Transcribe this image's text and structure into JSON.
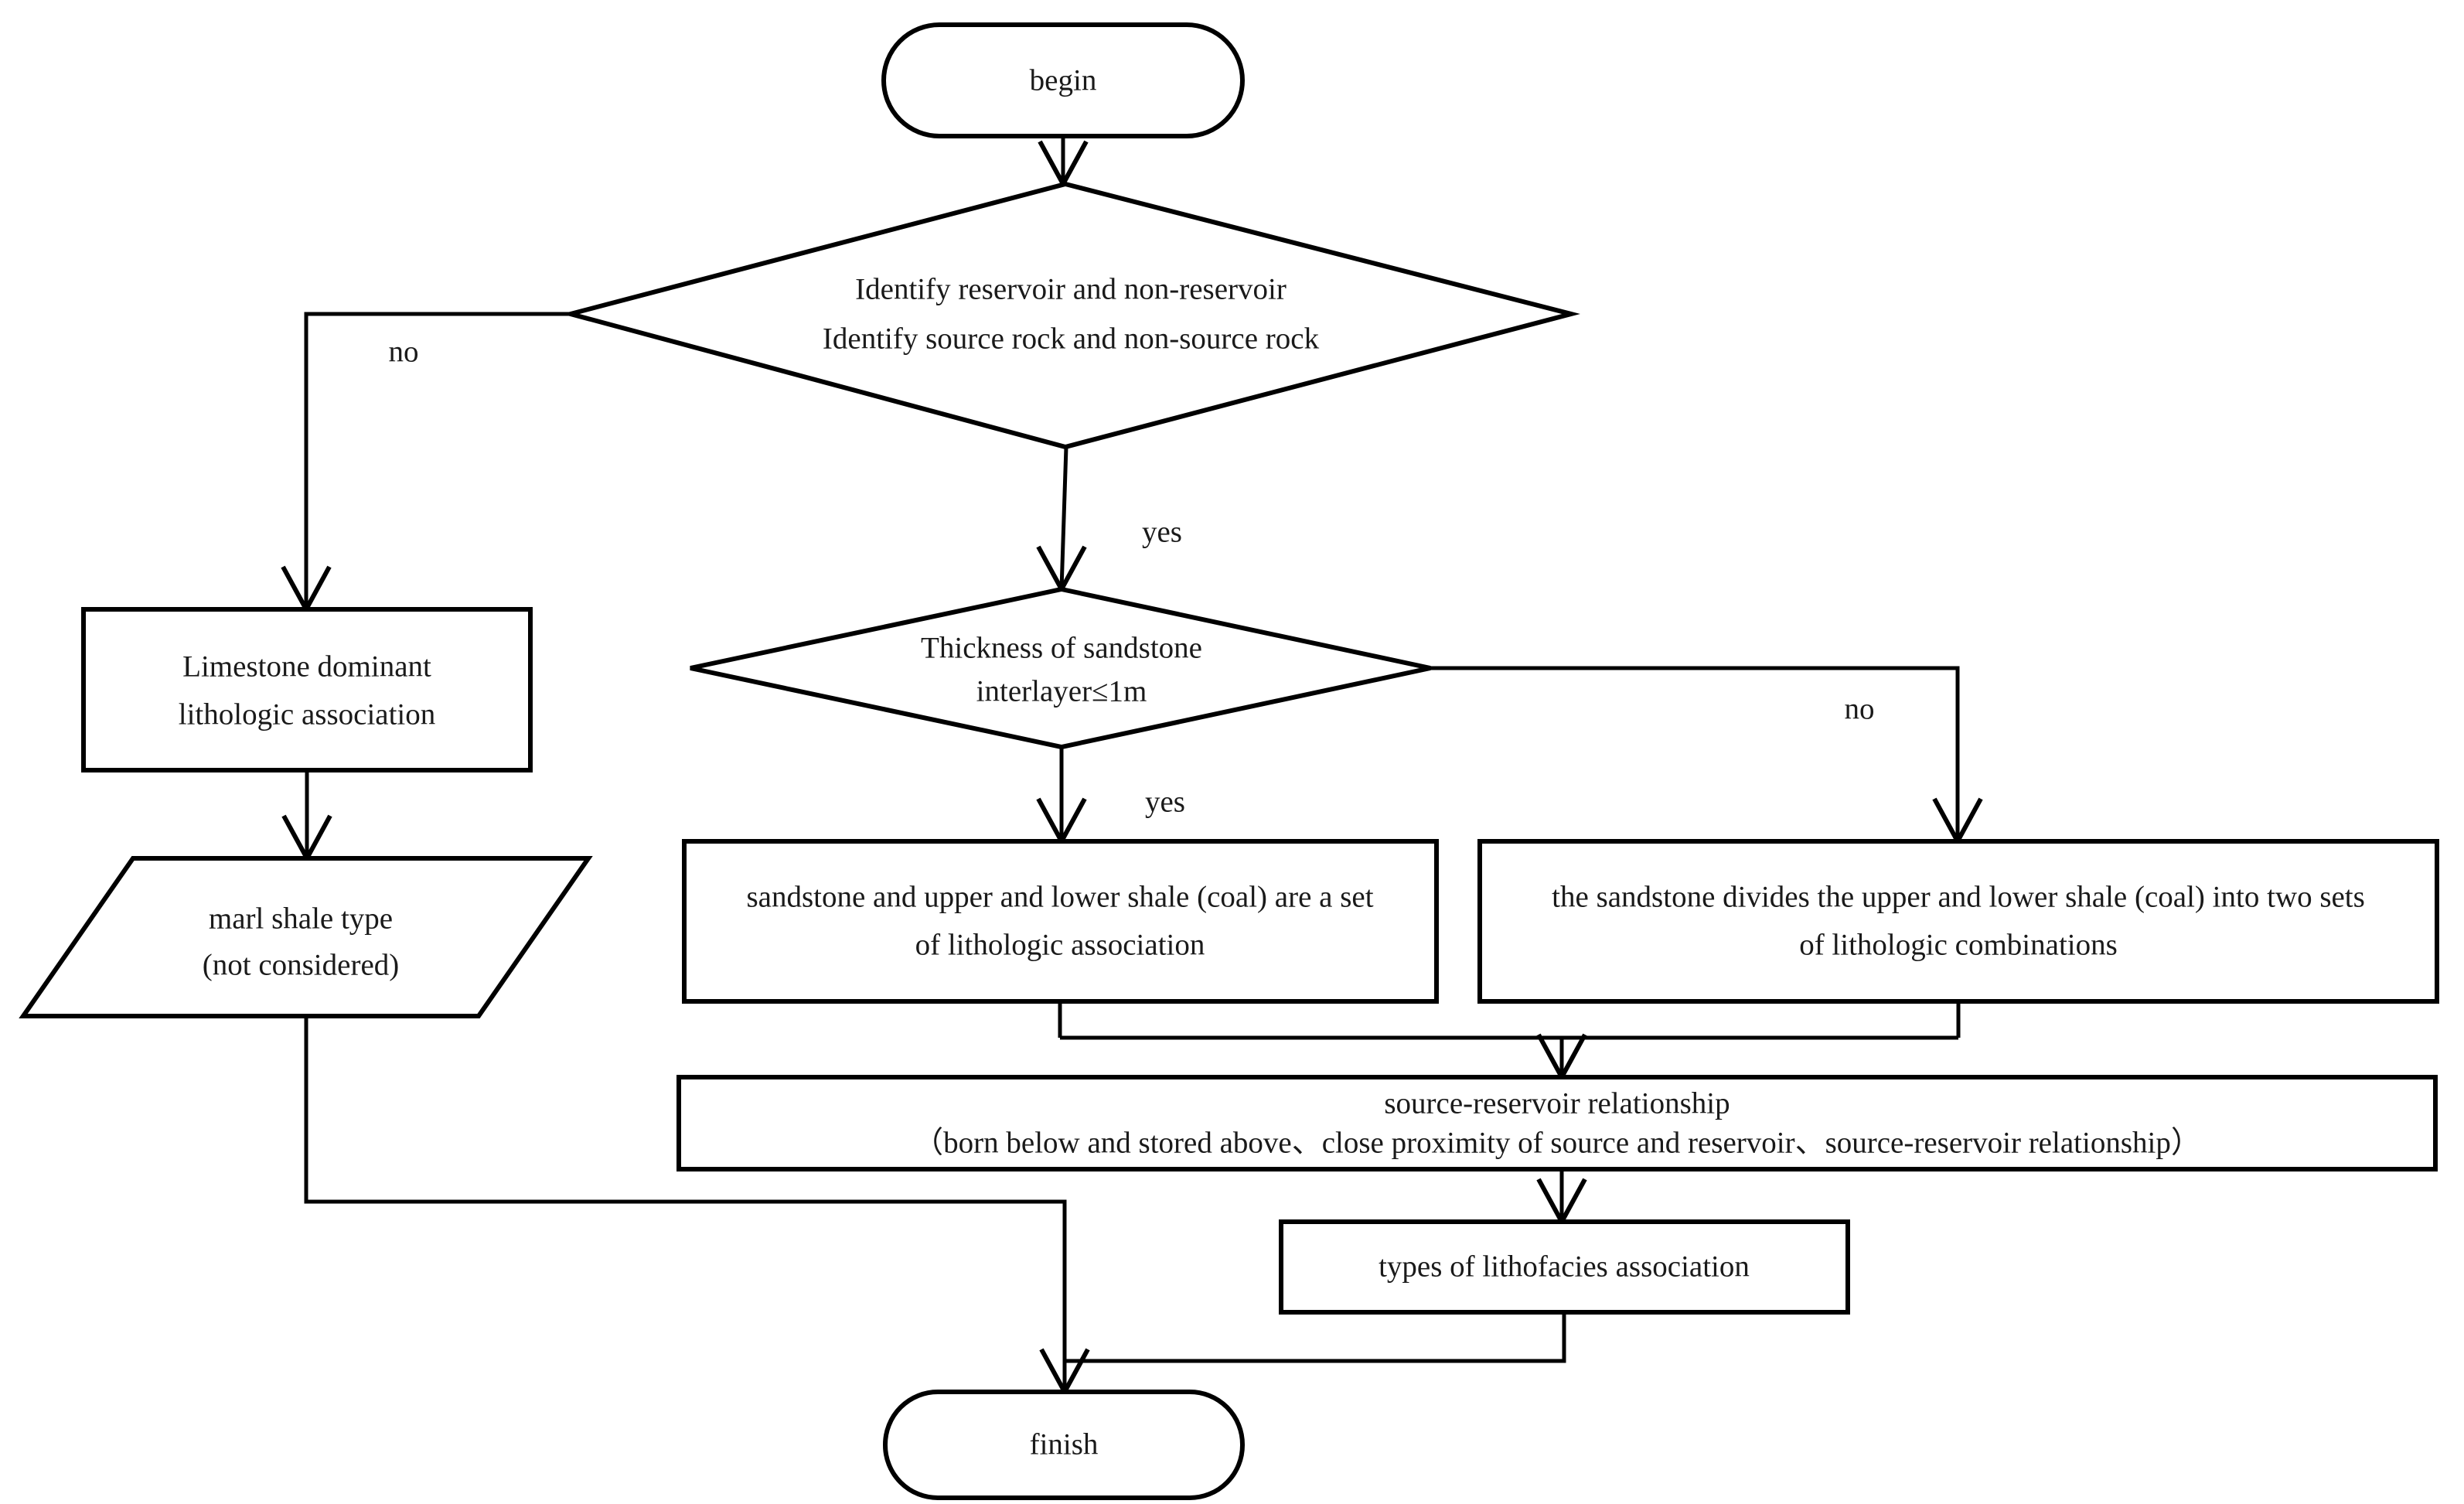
{
  "colors": {
    "decision_fill": "#ebd492",
    "process_fill": "#ffffff",
    "line": "#000000",
    "text": "#1a1a1a",
    "background": "#ffffff"
  },
  "nodes": {
    "begin": {
      "label": "begin",
      "type": "terminator"
    },
    "decision_identify": {
      "type": "decision",
      "line1": "Identify reservoir and non-reservoir",
      "line2": "Identify source rock and non-source rock"
    },
    "limestone": {
      "type": "process",
      "line1": "Limestone dominant",
      "line2": "lithologic association"
    },
    "marl_shale": {
      "type": "data",
      "line1": "marl shale type",
      "line2": "(not considered)"
    },
    "decision_thickness": {
      "type": "decision",
      "line1": "Thickness of sandstone",
      "line2": "interlayer≤1m"
    },
    "one_set": {
      "type": "process",
      "line1": "sandstone and upper and lower shale (coal) are a set",
      "line2": "of lithologic association"
    },
    "two_sets": {
      "type": "process",
      "line1": "the sandstone divides the upper and lower shale (coal) into two sets",
      "line2": "of lithologic combinations"
    },
    "source_reservoir": {
      "type": "process",
      "line1": "source-reservoir relationship",
      "line2": "（born below and stored above、close proximity of source and reservoir、source-reservoir relationship）"
    },
    "types_association": {
      "type": "process",
      "label": "types of lithofacies association"
    },
    "finish": {
      "label": "finish",
      "type": "terminator"
    }
  },
  "edge_labels": {
    "no_identify": "no",
    "yes_identify": "yes",
    "yes_thickness": "yes",
    "no_thickness": "no"
  }
}
